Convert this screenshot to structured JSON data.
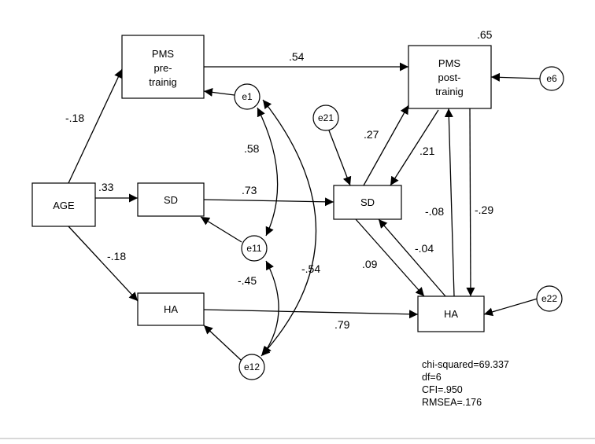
{
  "nodes": {
    "pms_pre": [
      "PMS",
      "pre-",
      "trainig"
    ],
    "pms_post": [
      "PMS",
      "post-",
      "trainig"
    ],
    "age": "AGE",
    "sd_left": "SD",
    "ha_left": "HA",
    "sd_right": "SD",
    "ha_right": "HA"
  },
  "errors": {
    "e1": "e1",
    "e11": "e11",
    "e12": "e12",
    "e21": "e21",
    "e6": "e6",
    "e22": "e22"
  },
  "coefficients": {
    "age_pms_pre": "-.18",
    "age_sd": ".33",
    "age_ha": "-.18",
    "pms_pre_pms_post": ".54",
    "sd_sd": ".73",
    "ha_ha": ".79",
    "e1_e11": ".58",
    "e11_e12": "-.45",
    "e1_e12": "-.54",
    "sd_pms_post": ".27",
    "pms_post_sd": ".21",
    "ha_pms_post": "-.08",
    "pms_post_ha": "-.29",
    "sd_ha": ".09",
    "ha_sd": "-.04",
    "r2_pms_post": ".65"
  },
  "fit_stats": [
    "chi-squared=69.337",
    "df=6",
    "CFI=.950",
    "RMSEA=.176"
  ]
}
